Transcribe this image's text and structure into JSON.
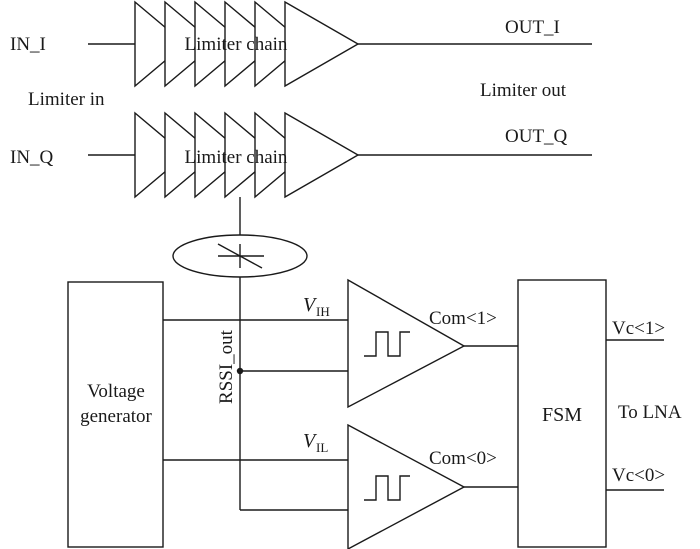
{
  "limiter_i": {
    "input_label": "IN_I",
    "chain_label": "Limiter chain",
    "output_label": "OUT_I"
  },
  "limiter_q": {
    "input_label": "IN_Q",
    "chain_label": "Limiter chain",
    "output_label": "OUT_Q"
  },
  "limiter_in_label": "Limiter in",
  "limiter_out_label": "Limiter out",
  "voltage_generator": {
    "line1": "Voltage",
    "line2": "generator"
  },
  "rssi_label": "RSSI_out",
  "comparator_high": {
    "ref_main": "V",
    "ref_sub": "IH",
    "output_label": "Com<1>"
  },
  "comparator_low": {
    "ref_main": "V",
    "ref_sub": "IL",
    "output_label": "Com<0>"
  },
  "fsm": {
    "label": "FSM",
    "out1": "Vc<1>",
    "out0": "Vc<0>",
    "destination": "To LNA"
  }
}
